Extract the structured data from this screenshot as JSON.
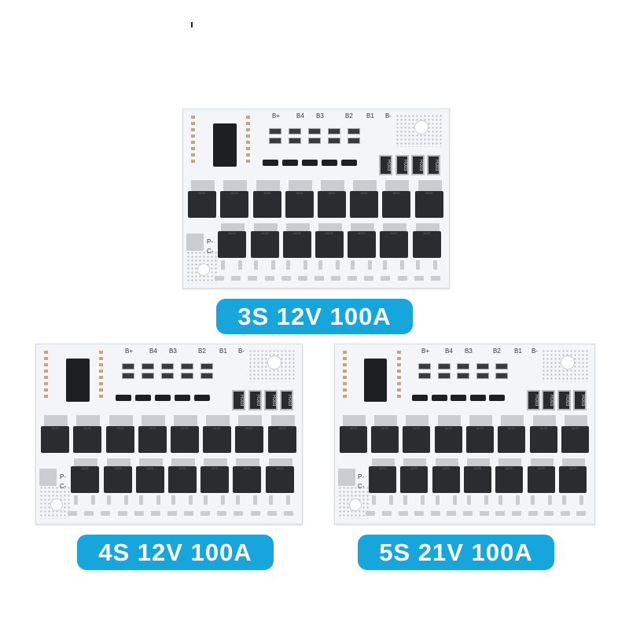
{
  "products": [
    {
      "label": "3S 12V 100A"
    },
    {
      "label": "4S 12V 100A"
    },
    {
      "label": "5S 21V 100A"
    }
  ],
  "board_silkscreen": {
    "b_plus": "B+",
    "b4": "B4",
    "b3": "B3",
    "b2": "B2",
    "b1": "B1",
    "b_minus": "B-",
    "p_minus": "P-",
    "c_minus": "C-",
    "resistor": "R003"
  },
  "colors": {
    "label_bg": "#17a6dc",
    "label_text": "#ffffff",
    "board": "#f3f5f8"
  }
}
